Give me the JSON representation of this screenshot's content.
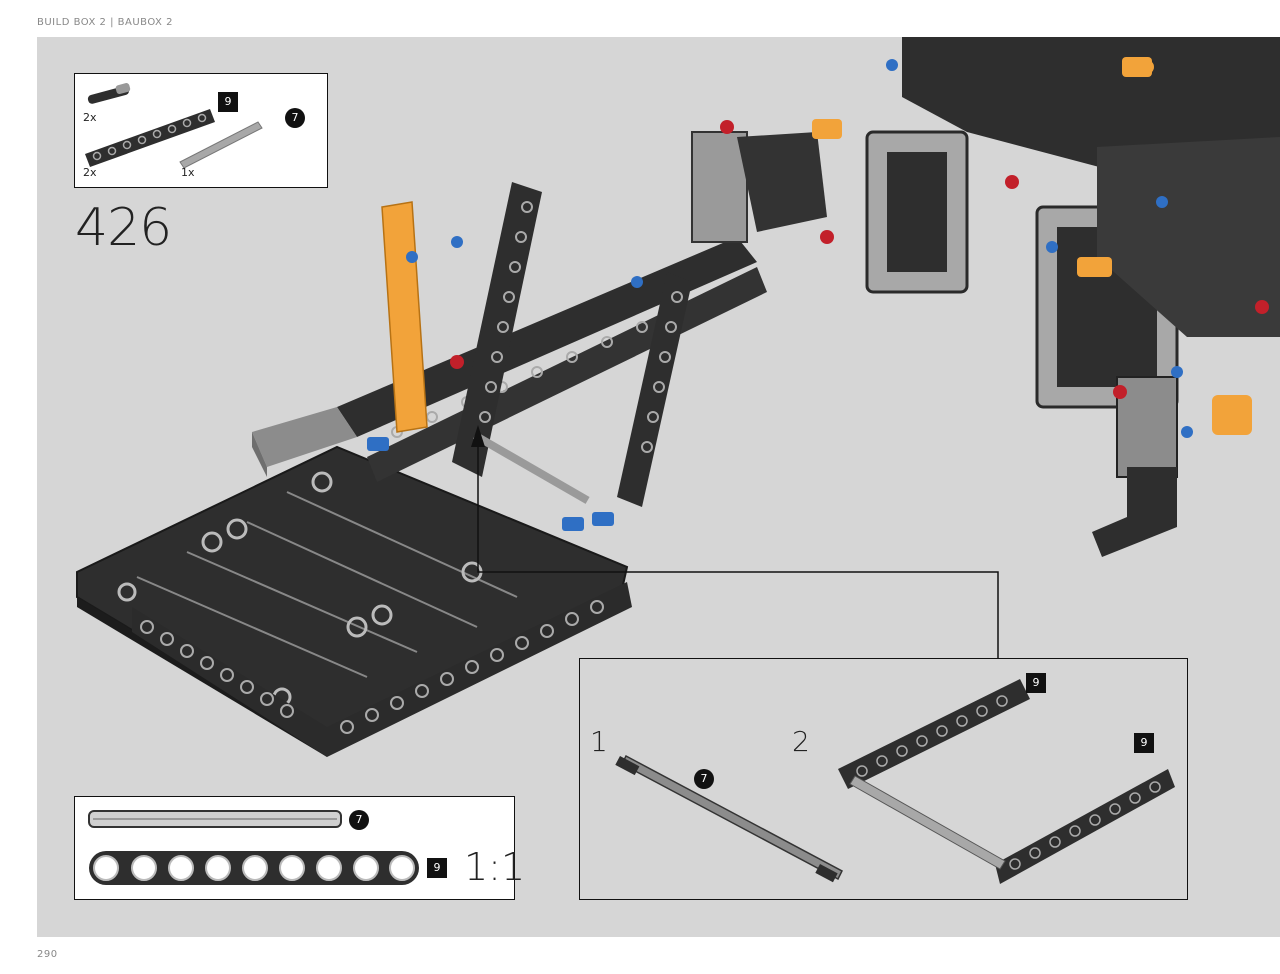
{
  "header": {
    "text": "BUILD BOX 2  |  BAUBOX 2"
  },
  "footer": {
    "page_number": "290"
  },
  "parts_list": {
    "items": [
      {
        "qty": "2x",
        "part": "axle-pin-with-friction",
        "badge": ""
      },
      {
        "qty": "2x",
        "part": "technic-beam",
        "badge": "9"
      },
      {
        "qty": "1x",
        "part": "technic-axle",
        "badge": "7"
      }
    ]
  },
  "step": {
    "number": "426"
  },
  "scale_reference": {
    "axle_badge": "7",
    "beam_badge": "9",
    "scale_label": "1:1"
  },
  "sub_assembly": {
    "steps": [
      {
        "number": "1",
        "badge": "7"
      },
      {
        "number": "2",
        "badge_top": "9",
        "badge_right": "9"
      }
    ]
  },
  "colors": {
    "background": "#d6d6d6",
    "beam_dark": "#2e2e2e",
    "orange": "#f2a33a",
    "blue": "#2f6fc4",
    "red": "#c2202a",
    "light_gray": "#a8a8a8"
  }
}
